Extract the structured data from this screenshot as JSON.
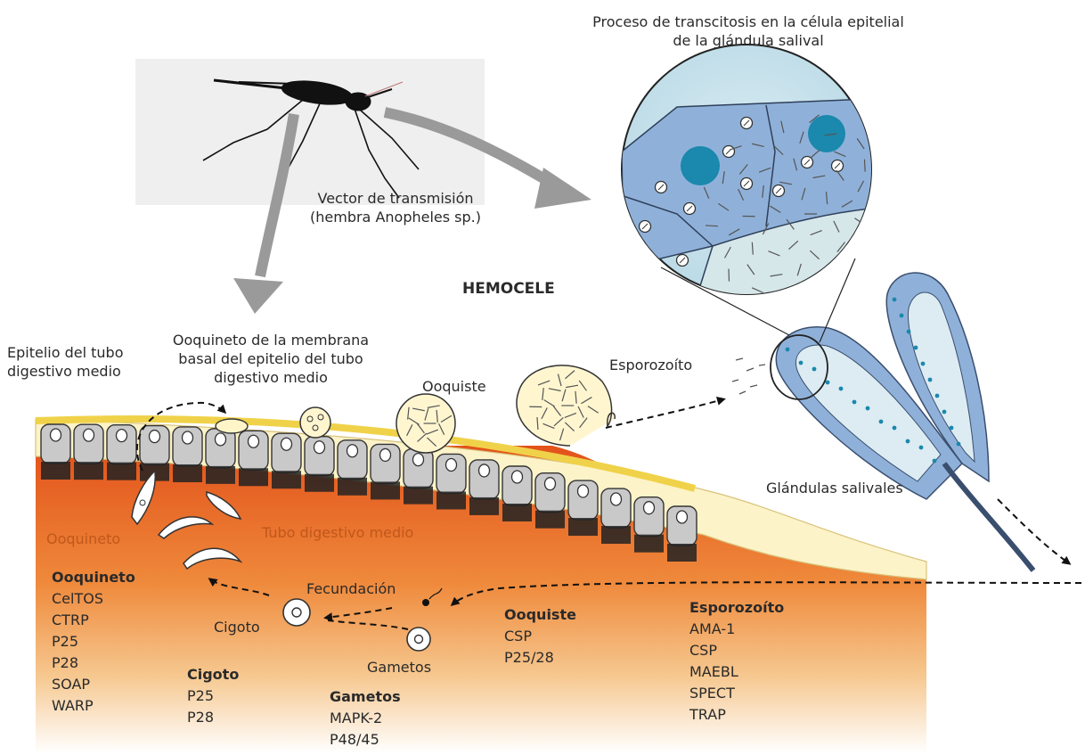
{
  "labels": {
    "title_transcytosis_l1": "Proceso de transcitosis en la célula epitelial",
    "title_transcytosis_l2": "de la glándula salival",
    "vector_l1": "Vector de transmisión",
    "vector_l2": "(hembra Anopheles sp.)",
    "hemocele": "HEMOCELE",
    "epitelio_l1": "Epitelio del tubo",
    "epitelio_l2": "digestivo medio",
    "ooquineto_membrana_l1": "Ooquineto de la membrana",
    "ooquineto_membrana_l2": "basal del epitelio del tubo",
    "ooquineto_membrana_l3": "digestivo medio",
    "ooquiste": "Ooquiste",
    "esporozoito": "Esporozoíto",
    "glandulas": "Glándulas salivales",
    "ooquineto": "Ooquineto",
    "tubo_digestivo": "Tubo digestivo medio",
    "fecundacion": "Fecundación",
    "cigoto": "Cigoto",
    "gametos": "Gametos"
  },
  "antigen_lists": [
    {
      "id": "ooquineto",
      "title": "Ooquineto",
      "items": [
        "CelTOS",
        "CTRP",
        "P25",
        "P28",
        "SOAP",
        "WARP"
      ]
    },
    {
      "id": "cigoto",
      "title": "Cigoto",
      "items": [
        "P25",
        "P28"
      ]
    },
    {
      "id": "gametos",
      "title": "Gametos",
      "items": [
        "MAPK-2",
        "P48/45"
      ]
    },
    {
      "id": "ooquiste",
      "title": "Ooquiste",
      "items": [
        "CSP",
        "P25/28"
      ]
    },
    {
      "id": "esporozoito",
      "title": "Esporozoíto",
      "items": [
        "AMA-1",
        "CSP",
        "MAEBL",
        "SPECT",
        "TRAP"
      ]
    }
  ],
  "colors": {
    "gut_orange": "#e8641e",
    "epithelium_gray": "#c9c9c9",
    "gland_blue": "#8fb1d9",
    "nucleus_teal": "#1b88ad",
    "arrow_gray": "#9a9a9a"
  }
}
